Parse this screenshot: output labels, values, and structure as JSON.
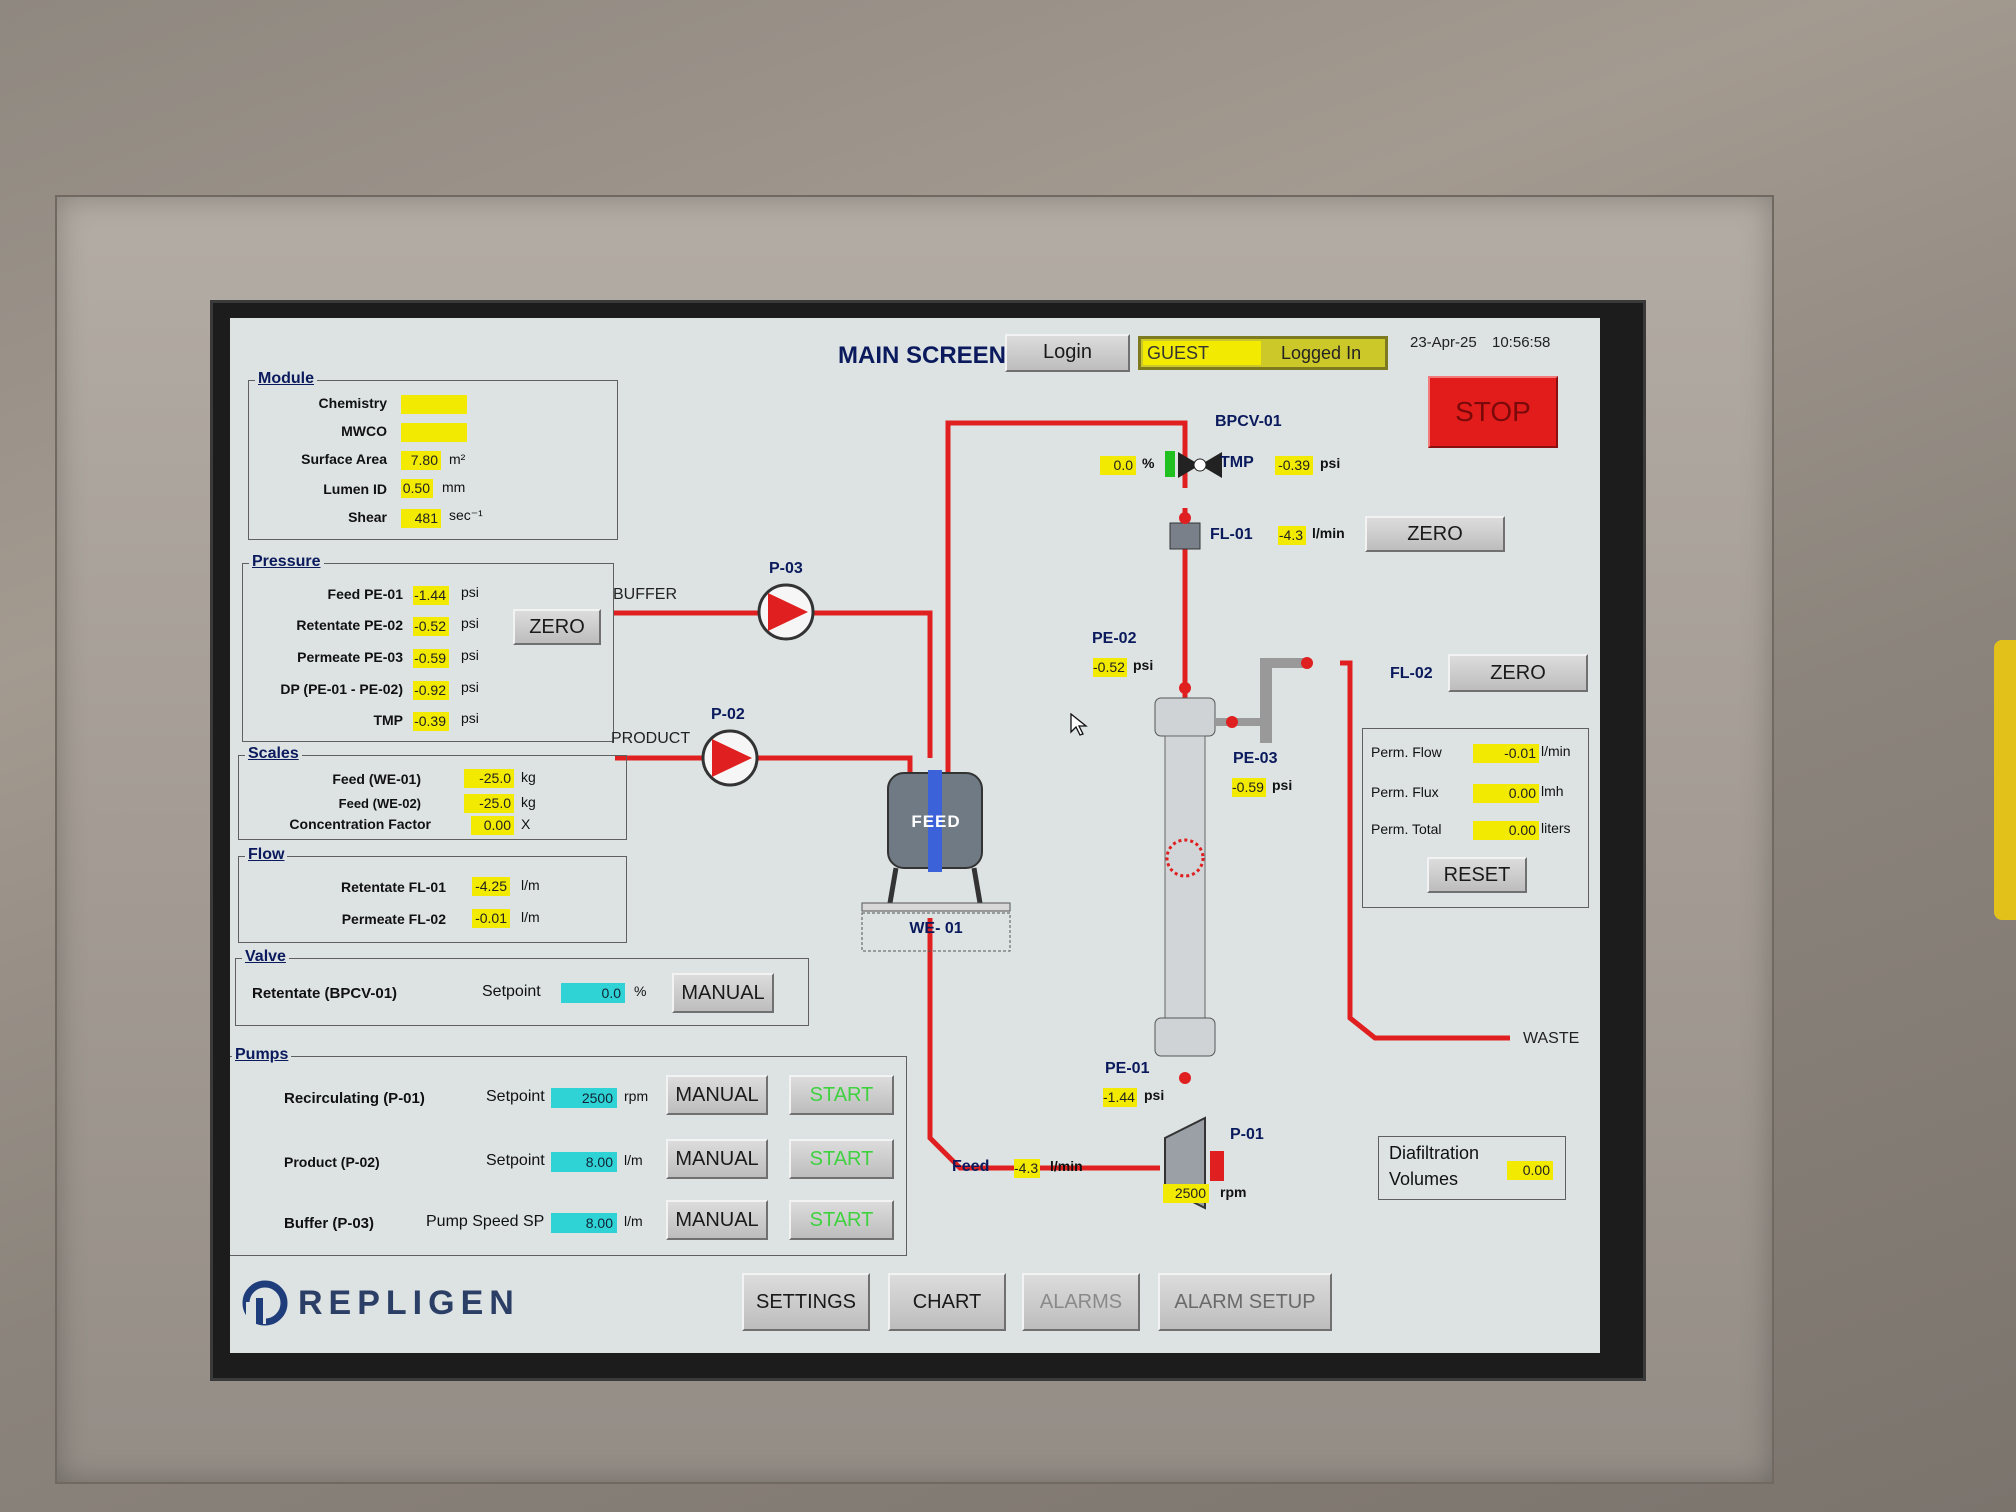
{
  "header": {
    "title": "MAIN SCREEN",
    "login_label": "Login",
    "user": "GUEST",
    "login_status": "Logged In",
    "date": "23-Apr-25",
    "time": "10:56:58",
    "stop_label": "STOP"
  },
  "module": {
    "title": "Module",
    "chemistry_label": "Chemistry",
    "chemistry_value": "",
    "mwco_label": "MWCO",
    "mwco_value": "",
    "surface_area_label": "Surface Area",
    "surface_area_value": "7.80",
    "surface_area_unit": "m²",
    "lumen_id_label": "Lumen ID",
    "lumen_id_value": "0.50",
    "lumen_id_unit": "mm",
    "shear_label": "Shear",
    "shear_value": "481",
    "shear_unit": "sec⁻¹"
  },
  "pressure": {
    "title": "Pressure",
    "rows": [
      {
        "label": "Feed  PE-01",
        "value": "-1.44",
        "unit": "psi"
      },
      {
        "label": "Retentate  PE-02",
        "value": "-0.52",
        "unit": "psi"
      },
      {
        "label": "Permeate  PE-03",
        "value": "-0.59",
        "unit": "psi"
      },
      {
        "label": "DP (PE-01 - PE-02)",
        "value": "-0.92",
        "unit": "psi"
      },
      {
        "label": "TMP",
        "value": "-0.39",
        "unit": "psi"
      }
    ],
    "zero_label": "ZERO"
  },
  "scales": {
    "title": "Scales",
    "feed1_label": "Feed    (WE-01)",
    "feed1_value": "-25.0",
    "feed1_unit": "kg",
    "feed2_label": "Feed    (WE-02)",
    "feed2_value": "-25.0",
    "feed2_unit": "kg",
    "cf_label": "Concentration Factor",
    "cf_value": "0.00",
    "cf_unit": "X"
  },
  "flow": {
    "title": "Flow",
    "retentate_label": "Retentate  FL-01",
    "retentate_value": "-4.25",
    "retentate_unit": "l/m",
    "permeate_label": "Permeate  FL-02",
    "permeate_value": "-0.01",
    "permeate_unit": "l/m"
  },
  "valve": {
    "title": "Valve",
    "label": "Retentate (BPCV-01)",
    "setpoint_label": "Setpoint",
    "setpoint_value": "0.0",
    "setpoint_unit": "%",
    "manual_label": "MANUAL"
  },
  "pumps": {
    "title": "Pumps",
    "rows": [
      {
        "label": "Recirculating (P-01)",
        "sp_label": "Setpoint",
        "sp_value": "2500",
        "sp_unit": "rpm",
        "manual": "MANUAL",
        "start": "START"
      },
      {
        "label": "Product (P-02)",
        "sp_label": "Setpoint",
        "sp_value": "8.00",
        "sp_unit": "l/m",
        "manual": "MANUAL",
        "start": "START"
      },
      {
        "label": "Buffer (P-03)",
        "sp_label": "Pump Speed SP",
        "sp_value": "8.00",
        "sp_unit": "l/m",
        "manual": "MANUAL",
        "start": "START"
      }
    ]
  },
  "diagram": {
    "bpcv_label": "BPCV-01",
    "valve_pct_value": "0.0",
    "valve_pct_unit": "%",
    "tmp_label": "TMP",
    "tmp_value": "-0.39",
    "tmp_unit": "psi",
    "fl01_label": "FL-01",
    "fl01_value": "-4.3",
    "fl01_unit": "l/min",
    "fl01_zero": "ZERO",
    "fl02_label": "FL-02",
    "fl02_zero": "ZERO",
    "buffer_label": "BUFFER",
    "product_label": "PRODUCT",
    "p03_label": "P-03",
    "p02_label": "P-02",
    "feed_tank_label": "FEED",
    "we01_label": "WE- 01",
    "pe02_label": "PE-02",
    "pe02_value": "-0.52",
    "pe02_unit": "psi",
    "pe03_label": "PE-03",
    "pe03_value": "-0.59",
    "pe03_unit": "psi",
    "pe01_label": "PE-01",
    "pe01_value": "-1.44",
    "pe01_unit": "psi",
    "p01_label": "P-01",
    "p01_speed_value": "2500",
    "p01_speed_unit": "rpm",
    "feed_flow_label": "Feed",
    "feed_flow_value": "-4.3",
    "feed_flow_unit": "l/min",
    "waste_label": "WASTE"
  },
  "permeate_panel": {
    "flow_label": "Perm. Flow",
    "flow_value": "-0.01",
    "flow_unit": "l/min",
    "flux_label": "Perm. Flux",
    "flux_value": "0.00",
    "flux_unit": "lmh",
    "total_label": "Perm. Total",
    "total_value": "0.00",
    "total_unit": "liters",
    "reset_label": "RESET"
  },
  "diafiltration": {
    "label_line1": "Diafiltration",
    "label_line2": "Volumes",
    "value": "0.00"
  },
  "footer": {
    "brand": "REPLIGEN",
    "nav": [
      "SETTINGS",
      "CHART",
      "ALARMS",
      "ALARM SETUP"
    ]
  },
  "colors": {
    "pipe": "#e02020",
    "value_bg": "#f2ea00",
    "setpoint_bg": "#2fd3d6",
    "stop_bg": "#e21b1b",
    "start_text": "#3fd13f",
    "title_text": "#0a1a5c"
  }
}
